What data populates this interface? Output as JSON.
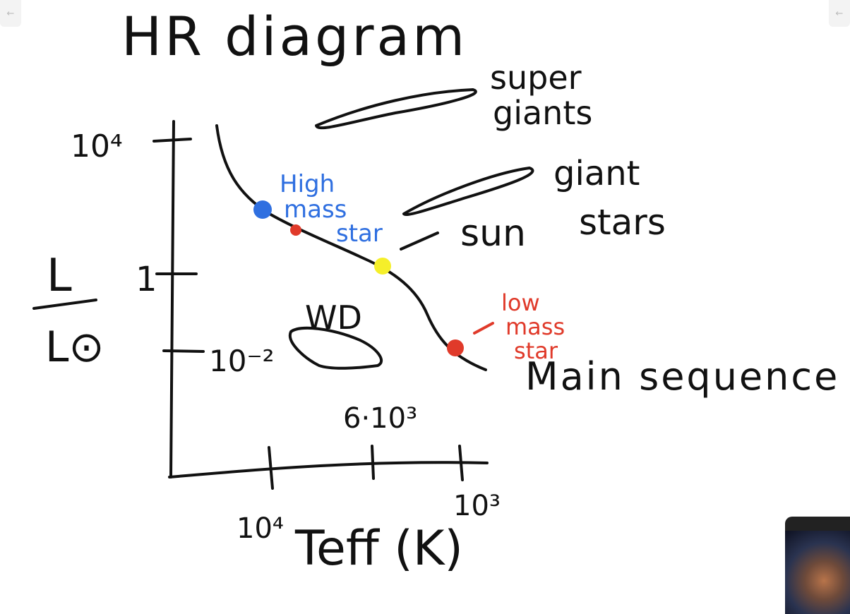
{
  "title": "HR diagram",
  "axes": {
    "y_label_top": "L",
    "y_label_bottom": "L⊙",
    "x_label": "Teff (K)",
    "y_ticks": [
      "10⁴",
      "1",
      "10⁻²"
    ],
    "x_ticks": [
      "10⁴",
      "6·10³",
      "10³"
    ]
  },
  "regions": {
    "supergiants": [
      "super",
      "giants"
    ],
    "giants": [
      "giant",
      "stars"
    ],
    "white_dwarfs": "WD",
    "main_sequence": "Main sequence"
  },
  "points": {
    "high_mass": [
      "High",
      "mass",
      "star"
    ],
    "sun": "sun",
    "low_mass": [
      "low",
      "mass",
      "star"
    ]
  },
  "colors": {
    "ink": "#111111",
    "blue": "#2f6fe0",
    "red": "#e03a2a",
    "yellow": "#f5ef2a"
  },
  "nav": {
    "left_icon": "arrow-left-icon",
    "right_icon": "arrow-left-icon",
    "arrow": "←"
  },
  "thumbnail": {
    "icon": "space-image-thumbnail"
  }
}
